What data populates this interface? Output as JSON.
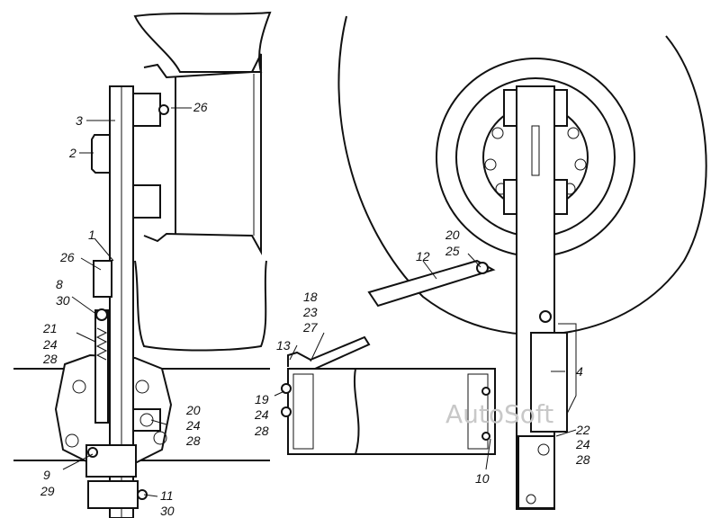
{
  "watermark": "AutoSoft",
  "callouts": {
    "c1": "1",
    "c2": "2",
    "c3": "3",
    "c4": "4",
    "c8": "8",
    "c9": "9",
    "c10": "10",
    "c11": "11",
    "c12": "12",
    "c13": "13",
    "c18": "18",
    "c19": "19",
    "c20a": "20",
    "c20b": "20",
    "c21": "21",
    "c22": "22",
    "c23": "23",
    "c24a": "24",
    "c24b": "24",
    "c24c": "24",
    "c24d": "24",
    "c25": "25",
    "c26a": "26",
    "c26b": "26",
    "c27": "27",
    "c28a": "28",
    "c28b": "28",
    "c28c": "28",
    "c28d": "28",
    "c29": "29",
    "c30a": "30",
    "c30b": "30"
  }
}
